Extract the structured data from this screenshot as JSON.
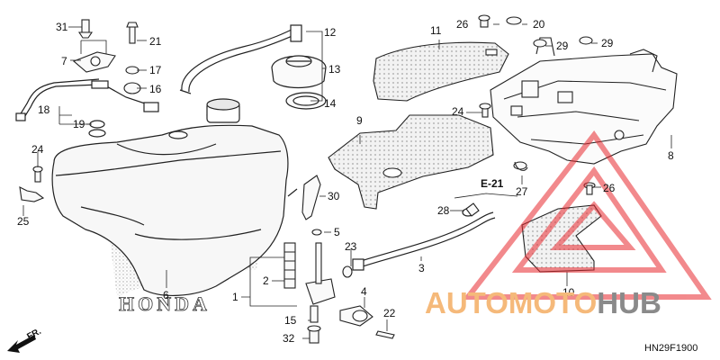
{
  "diagram": {
    "part_numbers": [
      "31",
      "21",
      "7",
      "17",
      "16",
      "18",
      "19",
      "12",
      "13",
      "14",
      "11",
      "26",
      "20",
      "29",
      "29",
      "24",
      "9",
      "8",
      "24",
      "25",
      "6",
      "1",
      "2",
      "15",
      "32",
      "5",
      "23",
      "30",
      "4",
      "22",
      "3",
      "28",
      "27",
      "26",
      "10"
    ],
    "reference_label": "E-21",
    "direction_label": "FR.",
    "diagram_code": "HN29F1900",
    "tank_brand_lettering": "HONDA"
  },
  "watermark": {
    "text_part1": "AUTOMOTO",
    "text_part2": "HUB",
    "color_part1": "#f5b97a",
    "color_part2": "#8a8a8a",
    "logo_color": "#e8292f"
  }
}
